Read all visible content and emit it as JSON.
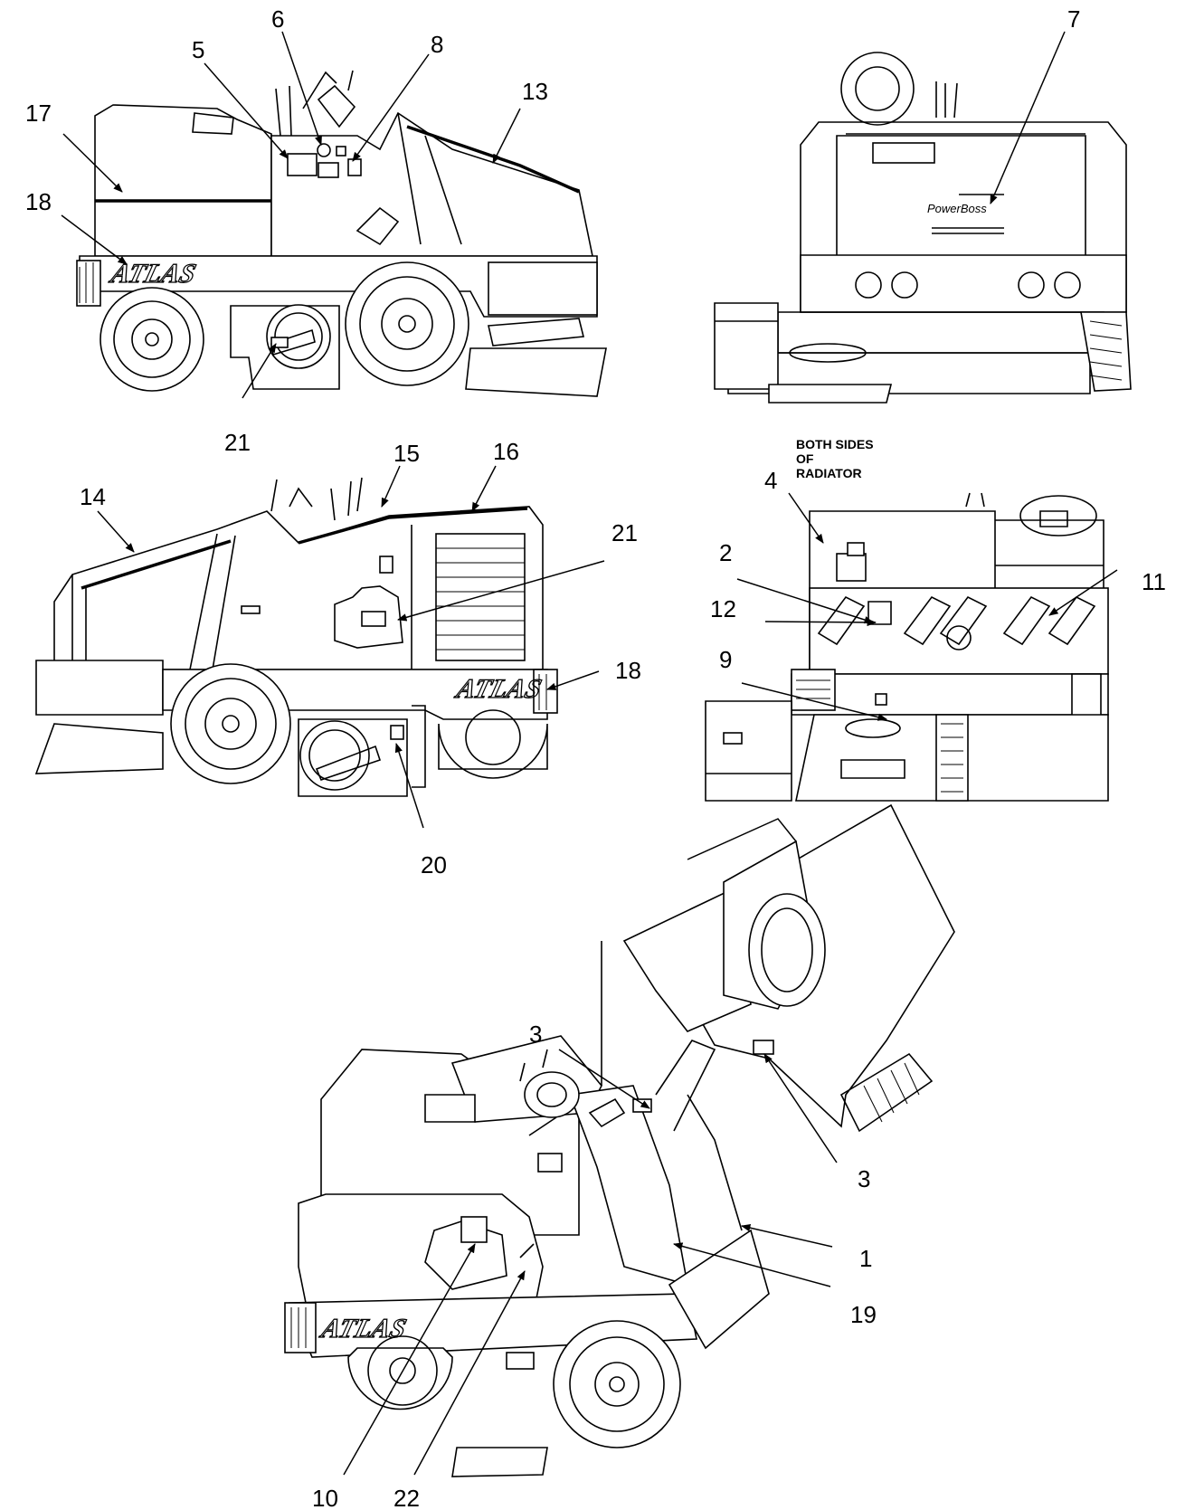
{
  "diagram": {
    "colors": {
      "line": "#000000",
      "background": "#ffffff"
    },
    "brand": {
      "atlas": "ATLAS",
      "powerboss": "PowerBoss"
    },
    "note": {
      "line1": "BOTH SIDES",
      "line2": "OF",
      "line3": "RADIATOR"
    },
    "callouts": {
      "c1": "1",
      "c2": "2",
      "c3a": "3",
      "c3b": "3",
      "c4": "4",
      "c5": "5",
      "c6": "6",
      "c7": "7",
      "c8": "8",
      "c9": "9",
      "c10": "10",
      "c11": "11",
      "c12": "12",
      "c13": "13",
      "c14": "14",
      "c15": "15",
      "c16": "16",
      "c17": "17",
      "c18a": "18",
      "c18b": "18",
      "c19": "19",
      "c20": "20",
      "c21a": "21",
      "c21b": "21",
      "c22": "22"
    }
  }
}
